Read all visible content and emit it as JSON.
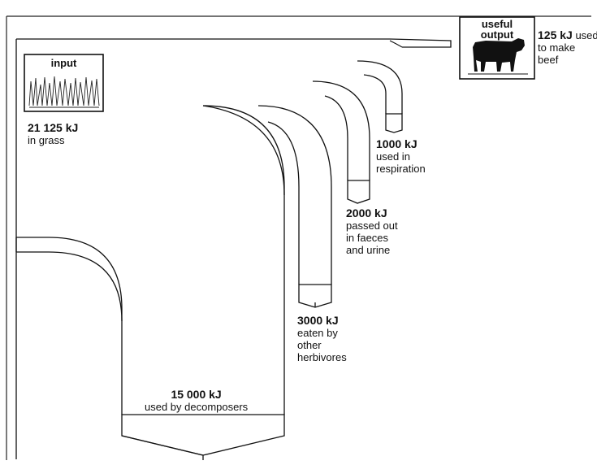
{
  "input_box": {
    "title": "input"
  },
  "output_box": {
    "title_line1": "useful",
    "title_line2": "output"
  },
  "flows": [
    {
      "id": "input",
      "value": "21 125 kJ",
      "desc": "in grass"
    },
    {
      "id": "decomposers",
      "value": "15 000 kJ",
      "desc": "used by decomposers"
    },
    {
      "id": "other-herbivores",
      "value": "3000 kJ",
      "desc": "eaten by\nother\nherbivores"
    },
    {
      "id": "faeces-urine",
      "value": "2000 kJ",
      "desc": "passed out\nin faeces\nand urine"
    },
    {
      "id": "respiration",
      "value": "1000 kJ",
      "desc": "used in\nrespiration"
    },
    {
      "id": "beef",
      "value": "125 kJ",
      "desc_line1": "used",
      "desc_rest": "to make\nbeef"
    }
  ]
}
